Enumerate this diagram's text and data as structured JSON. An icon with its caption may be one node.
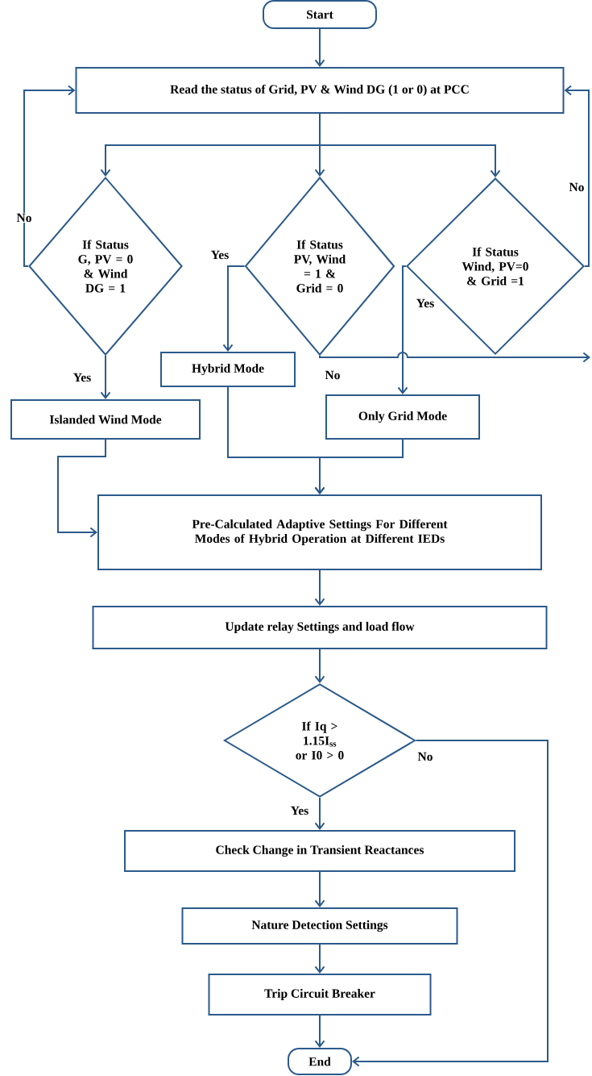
{
  "diagram": {
    "nodes": [
      {
        "text": [
          "Start"
        ]
      },
      {
        "text": [
          "Read the status of Grid, PV & Wind DG (1 or 0) at PCC"
        ]
      },
      {
        "text": [
          "If Status G, PV = 0 & Wind DG = 1"
        ]
      },
      {
        "text": [
          "If Status PV, Wind = 1 & Grid = 0"
        ]
      },
      {
        "text": [
          "If Status Wind, PV=0 & Grid =1"
        ]
      },
      {
        "text": [
          "Hybrid Mode"
        ]
      },
      {
        "text": [
          "Islanded Wind Mode"
        ]
      },
      {
        "text": [
          "Only Grid Mode"
        ]
      },
      {
        "text": [
          "Pre-Calculated Adaptive Settings For Different Modes of Hybrid Operation at Different IEDs"
        ]
      },
      {
        "text": [
          "Update relay Settings and load flow"
        ]
      },
      {
        "text": [
          "If Iq > 1.15I$_{ss}$ or I0 > 0"
        ]
      },
      {
        "text": [
          "Check Change in Transient Reactances"
        ]
      },
      {
        "text": [
          "Nature Detection Settings"
        ]
      },
      {
        "text": [
          "Trip Circuit Breaker"
        ]
      },
      {
        "text": [
          "End"
        ]
      }
    ],
    "edges": [
      {
        "from": 0,
        "to": 1,
        "arrow": "to"
      },
      {
        "from": 1,
        "to": 2,
        "arrow": "to"
      },
      {
        "from": 1,
        "to": 3,
        "arrow": "to"
      },
      {
        "from": 1,
        "to": 4,
        "arrow": "to"
      },
      {
        "from": 2,
        "to": 1,
        "arrow": "to",
        "label": "No"
      },
      {
        "from": 2,
        "to": 6,
        "arrow": "to",
        "label": "Yes"
      },
      {
        "from": 3,
        "to": 5,
        "arrow": "to",
        "label": "Yes"
      },
      {
        "from": 3,
        "to": null,
        "arrow": "to",
        "label": "No"
      },
      {
        "from": 4,
        "to": 1,
        "arrow": "to",
        "label": "No"
      },
      {
        "from": 4,
        "to": 7,
        "arrow": "to",
        "label": "Yes"
      },
      {
        "from": 6,
        "to": 8,
        "arrow": "to"
      },
      {
        "from": 5,
        "to": 8,
        "arrow": "to"
      },
      {
        "from": 7,
        "to": 8,
        "arrow": "to"
      },
      {
        "from": 8,
        "to": 9,
        "arrow": "to"
      },
      {
        "from": 9,
        "to": 10,
        "arrow": "to"
      },
      {
        "from": 10,
        "to": 11,
        "arrow": "to",
        "label": "Yes"
      },
      {
        "from": 11,
        "to": 12,
        "arrow": "to"
      },
      {
        "from": 12,
        "to": 13,
        "arrow": "to"
      },
      {
        "from": 13,
        "to": 14,
        "arrow": "to"
      },
      {
        "from": 10,
        "to": 14,
        "arrow": "to",
        "label": "No"
      }
    ]
  }
}
